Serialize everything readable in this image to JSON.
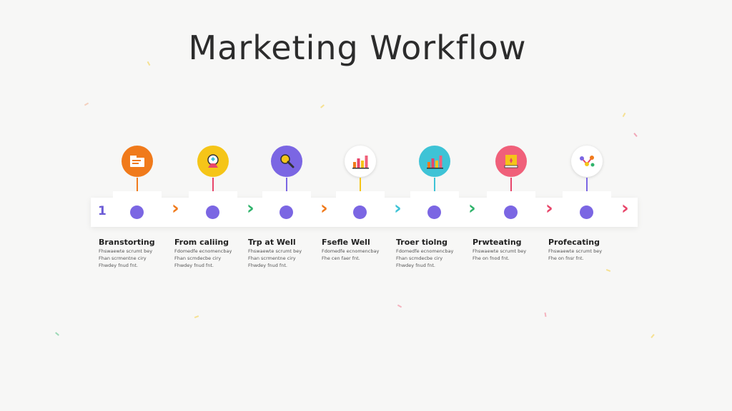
{
  "title": "Marketing Workflow",
  "start_number": "1",
  "steps": [
    {
      "label": "Branstorting",
      "desc": [
        "Fhswaewte scrumt bey",
        "Fhan scrmentne ciry",
        "Fhwdey fnud fnt."
      ],
      "icon": "folder-icon",
      "color": "#f07a1b",
      "stem_color": "#f07a1b"
    },
    {
      "label": "From caliing",
      "desc": [
        "Fdomedfe ecnomencbay",
        "Fhan scmdecbe ciry",
        "Fhwdey fnud fnt."
      ],
      "icon": "magnifier-badge-icon",
      "color": "#f5c518",
      "stem_color": "#e8456a"
    },
    {
      "label": "Trp at Well",
      "desc": [
        "Fhswaewte scrumt bey",
        "Fhan scrmentne ciry",
        "Fhwdey fnud fnt."
      ],
      "icon": "search-icon",
      "color": "#7b66e3",
      "stem_color": "#7b66e3"
    },
    {
      "label": "Fsefle Well",
      "desc": [
        "Fdomedfe ecnomencbay",
        "Fhe cen faer fnt."
      ],
      "icon": "bar-chart-icon",
      "color": "#ffffff",
      "stem_color": "#f5c518"
    },
    {
      "label": "Troer tiolng",
      "desc": [
        "Fdomedfe ecnomencbay",
        "Fhan scmdecbe ciry",
        "Fhwdey fnud fnt."
      ],
      "icon": "bar-chart-icon",
      "color": "#3ec3d6",
      "stem_color": "#3ec3d6"
    },
    {
      "label": "Prwteating",
      "desc": [
        "Fhswaewte scrumt bey",
        "Fhe on fnod fnt."
      ],
      "icon": "book-icon",
      "color": "#f0607a",
      "stem_color": "#e8456a"
    },
    {
      "label": "Profecating",
      "desc": [
        "Fhswaewte scrumt bey",
        "Fhe on fnsr fnt."
      ],
      "icon": "network-icon",
      "color": "#ffffff",
      "stem_color": "#7b66e3"
    }
  ],
  "chevron_colors": [
    "#f07a1b",
    "#2fb36b",
    "#f07a1b",
    "#3ec3d6",
    "#2fb36b",
    "#e8456a",
    "#e8456a"
  ],
  "node_color": "#7b66e3"
}
